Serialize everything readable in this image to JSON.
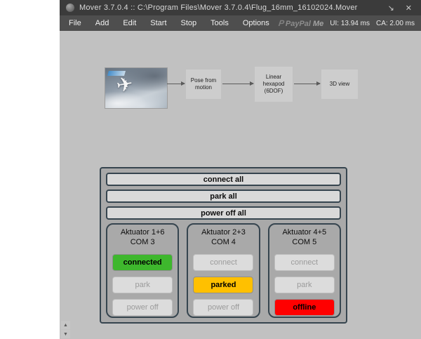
{
  "window": {
    "title": "Mover 3.7.0.4 :: C:\\Program Files\\Mover 3.7.0.4\\Flug_16mm_16102024.Mover"
  },
  "icons": {
    "minimize": "↘",
    "close": "✕",
    "plane": "✈",
    "paypal_p": "P",
    "scroll_up": "▲",
    "scroll_down": "▼"
  },
  "menu": {
    "items": [
      "File",
      "Add",
      "Edit",
      "Start",
      "Stop",
      "Tools",
      "Options"
    ],
    "paypal_label": "PayPal",
    "paypal_me": "Me",
    "ui_latency": "UI: 13.94 ms",
    "ca_latency": "CA: 2.00 ms"
  },
  "flow": {
    "nodes": [
      {
        "label": "Pose from motion"
      },
      {
        "label": "Linear hexapod (6DOF)"
      },
      {
        "label": "3D view"
      }
    ]
  },
  "panel": {
    "global_buttons": [
      "connect all",
      "park all",
      "power off all"
    ],
    "colors": {
      "connected": "#3eb72d",
      "parked": "#ffc000",
      "offline": "#ff0000"
    },
    "actuators": [
      {
        "title": "Aktuator 1+6",
        "com": "COM 3",
        "buttons": [
          {
            "label": "connected",
            "state": "connected"
          },
          {
            "label": "park",
            "state": "disabled"
          },
          {
            "label": "power off",
            "state": "disabled"
          }
        ]
      },
      {
        "title": "Aktuator 2+3",
        "com": "COM 4",
        "buttons": [
          {
            "label": "connect",
            "state": "disabled"
          },
          {
            "label": "parked",
            "state": "parked"
          },
          {
            "label": "power off",
            "state": "disabled"
          }
        ]
      },
      {
        "title": "Aktuator 4+5",
        "com": "COM 5",
        "buttons": [
          {
            "label": "connect",
            "state": "disabled"
          },
          {
            "label": "park",
            "state": "disabled"
          },
          {
            "label": "offline",
            "state": "offline"
          }
        ]
      }
    ]
  }
}
